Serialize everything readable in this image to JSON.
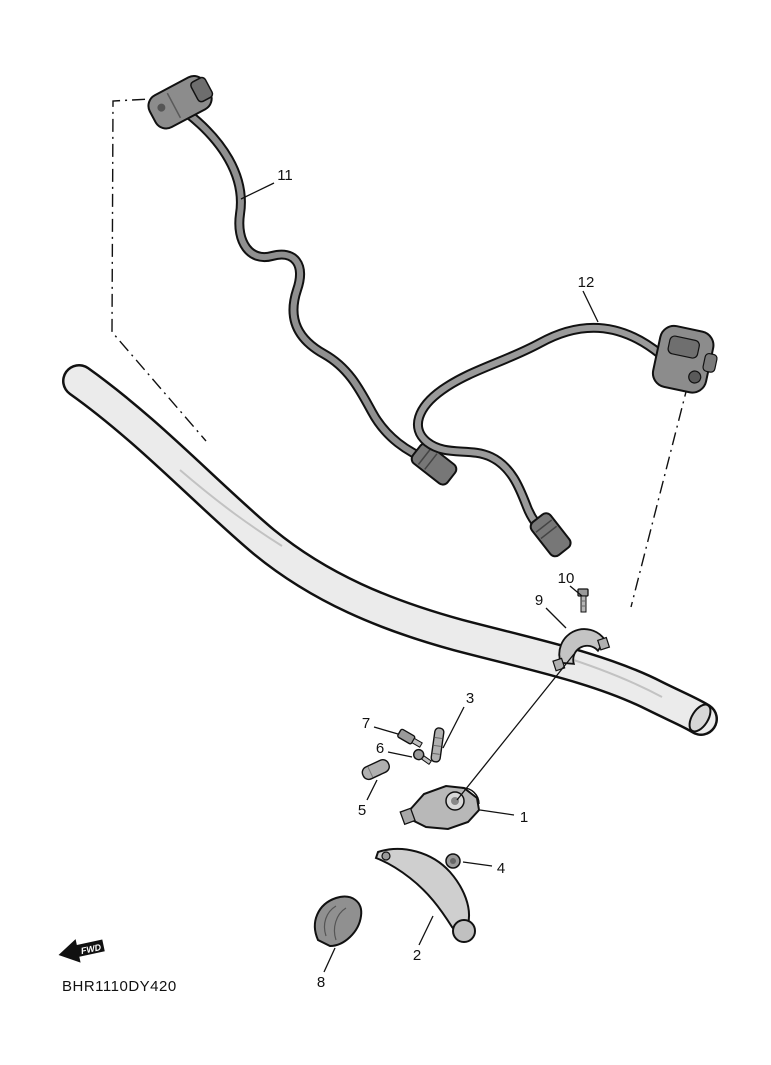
{
  "diagram": {
    "code": "BHR1110DY420",
    "direction_indicator": "FWD",
    "callouts": [
      {
        "label": "1"
      },
      {
        "label": "2"
      },
      {
        "label": "3"
      },
      {
        "label": "4"
      },
      {
        "label": "5"
      },
      {
        "label": "6"
      },
      {
        "label": "7"
      },
      {
        "label": "8"
      },
      {
        "label": "9"
      },
      {
        "label": "10"
      },
      {
        "label": "11"
      },
      {
        "label": "12"
      }
    ]
  }
}
